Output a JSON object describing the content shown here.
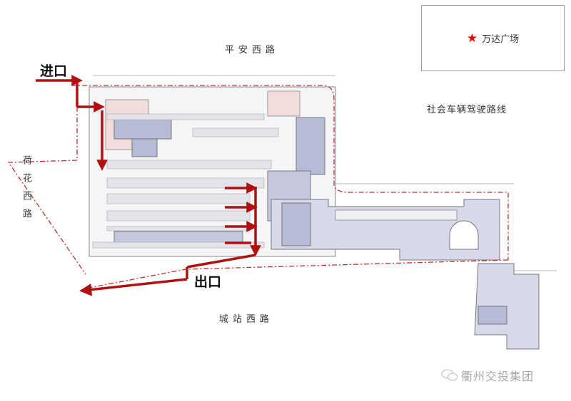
{
  "roads": {
    "north": "平安西路",
    "south": "城站西路",
    "west": "荷花西路"
  },
  "markers": {
    "entrance": "进口",
    "exit": "出口"
  },
  "legend": {
    "icon": "star-icon",
    "label": "万达广场",
    "star_color": "#e00000"
  },
  "route_label": "社会车辆驾驶路线",
  "watermark": "衢州交投集团",
  "colors": {
    "arrow": "#b01010",
    "route_line": "#c03030",
    "building_blue": "#b7bcd6",
    "building_pink": "#f2dcdc"
  }
}
